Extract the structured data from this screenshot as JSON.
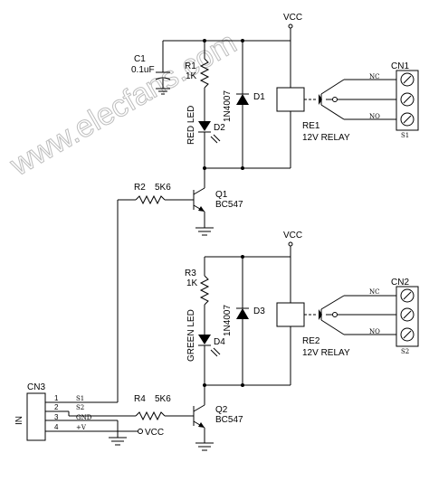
{
  "watermark": "www.elecfans.com",
  "top": {
    "vcc": "VCC",
    "c1": {
      "ref": "C1",
      "value": "0.1uF"
    },
    "r1": {
      "ref": "R1",
      "value": "1K"
    },
    "diode": {
      "ref": "D1",
      "part": "1N4007"
    },
    "led": {
      "ref": "D2",
      "color": "RED LED"
    },
    "relay": {
      "ref": "RE1",
      "part": "12V RELAY"
    },
    "connector": {
      "ref": "CN1",
      "label": "S1",
      "nc": "NC",
      "no": "NO"
    },
    "r2": {
      "ref": "R2",
      "value": "5K6"
    },
    "transistor": {
      "ref": "Q1",
      "part": "BC547"
    }
  },
  "bottom": {
    "vcc": "VCC",
    "r3": {
      "ref": "R3",
      "value": "1K"
    },
    "diode": {
      "ref": "D3",
      "part": "1N4007"
    },
    "led": {
      "ref": "D4",
      "color": "GREEN LED"
    },
    "relay": {
      "ref": "RE2",
      "part": "12V RELAY"
    },
    "connector": {
      "ref": "CN2",
      "label": "S2",
      "nc": "NC",
      "no": "NO"
    },
    "r4": {
      "ref": "R4",
      "value": "5K6"
    },
    "transistor": {
      "ref": "Q2",
      "part": "BC547"
    }
  },
  "input": {
    "ref": "CN3",
    "label": "IN",
    "pins": [
      {
        "num": "1",
        "name": "S1"
      },
      {
        "num": "2",
        "name": "S2"
      },
      {
        "num": "3",
        "name": "GND"
      },
      {
        "num": "4",
        "name": "+V"
      }
    ],
    "vcc_out": "VCC"
  }
}
